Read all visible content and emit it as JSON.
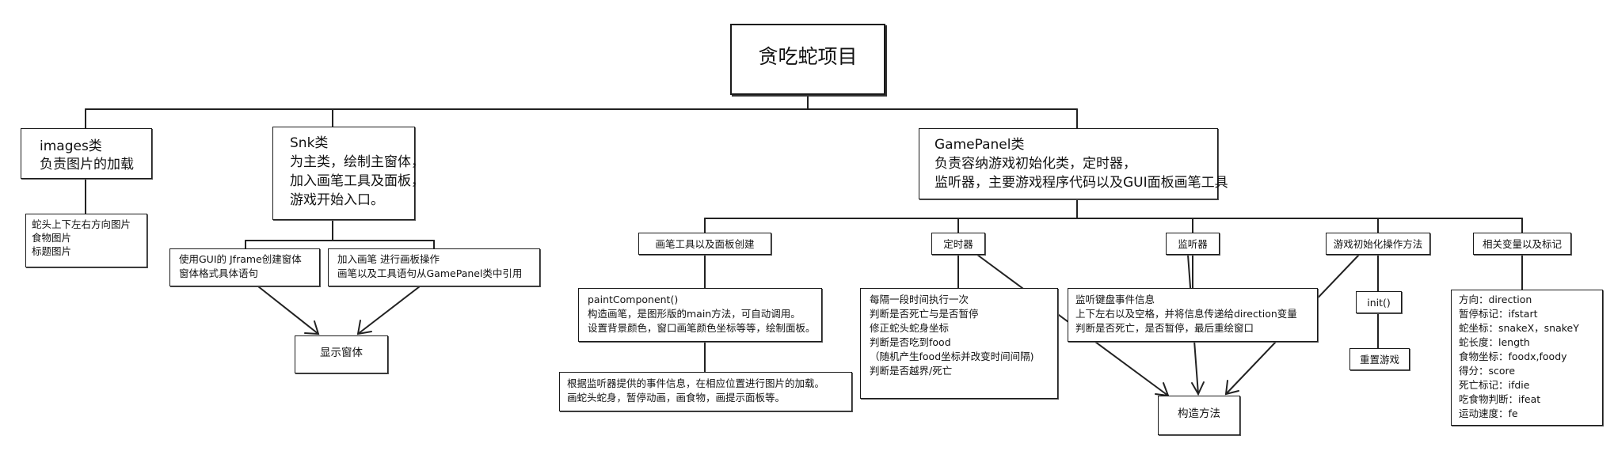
{
  "root": "贪吃蛇项目",
  "images": {
    "title": "images类",
    "desc": "负责图片的加载",
    "items": [
      "蛇头上下左右方向图片",
      "食物图片",
      "标题图片"
    ]
  },
  "snk": {
    "title": "Snk类",
    "lines": [
      "为主类，绘制主窗体，",
      "加入画笔工具及面板，",
      "游戏开始入口。"
    ],
    "gui_box": [
      "使用GUI的 Jframe创建窗体",
      "窗体格式具体语句"
    ],
    "pen_box": [
      "加入画笔 进行画板操作",
      "画笔以及工具语句从GamePanel类中引用"
    ],
    "display": "显示窗体"
  },
  "gamepanel": {
    "title": "GamePanel类",
    "lines": [
      "负责容纳游戏初始化类，定时器，",
      "监听器，主要游戏程序代码以及GUI面板画笔工具"
    ],
    "children": {
      "pen": "画笔工具以及面板创建",
      "timer": "定时器",
      "listener": "监听器",
      "init_method": "游戏初始化操作方法",
      "vars": "相关变量以及标记"
    }
  },
  "paint": {
    "lines": [
      "paintComponent()",
      "构造画笔，是图形版的main方法，可自动调用。",
      "设置背景颜色，窗口画笔颜色坐标等等，绘制面板。"
    ]
  },
  "render": {
    "lines": [
      "根据监听器提供的事件信息，在相应位置进行图片的加载。",
      "画蛇头蛇身，暂停动画，画食物，画提示面板等。"
    ]
  },
  "timer_detail": {
    "lines": [
      "每隔一段时间执行一次",
      "判断是否死亡与是否暂停",
      "修正蛇头蛇身坐标",
      "判断是否吃到food",
      "（随机产生food坐标并改变时间间隔)",
      "判断是否越界/死亡"
    ]
  },
  "listener_detail": {
    "lines": [
      "监听键盘事件信息",
      "上下左右以及空格，并将信息传递给direction变量",
      "判断是否死亡，是否暂停，最后重绘窗口"
    ]
  },
  "init_call": "init()",
  "reset": "重置游戏",
  "constructor": "构造方法",
  "vars_detail": {
    "lines": [
      "方向：direction",
      "暂停标记：ifstart",
      "蛇坐标：snakeX，snakeY",
      "蛇长度：length",
      "食物坐标：foodx,foody",
      "得分：score",
      "死亡标记：ifdie",
      "吃食物判断：ifeat",
      "运动速度：fe"
    ]
  }
}
